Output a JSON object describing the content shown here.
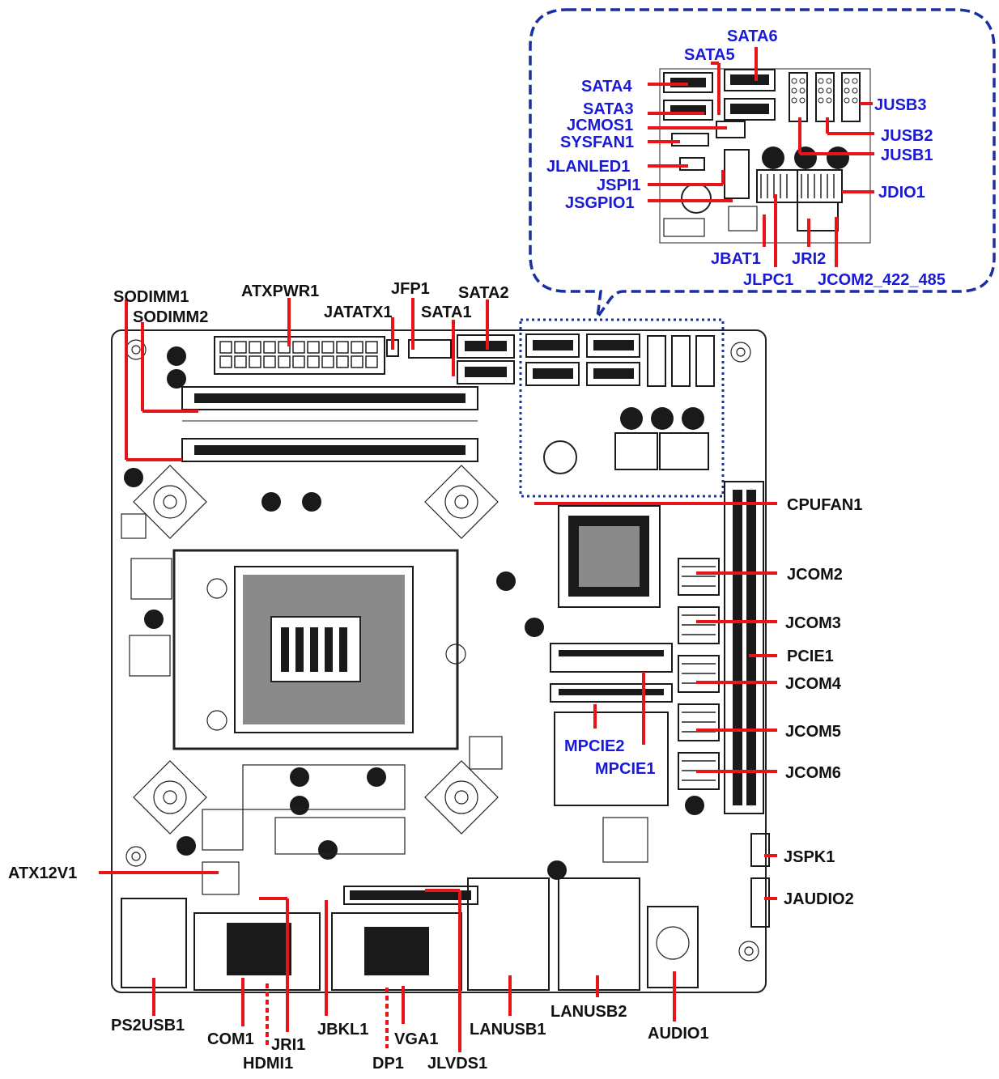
{
  "colors": {
    "leader": "#e8141c",
    "inset_label": "#1a1ad6",
    "board_label": "#111111",
    "inset_border": "#1a2fa0"
  },
  "labels": {
    "sata6": "SATA6",
    "sata5": "SATA5",
    "sata4": "SATA4",
    "sata3": "SATA3",
    "jcmos1": "JCMOS1",
    "sysfan1": "SYSFAN1",
    "jlanled1": "JLANLED1",
    "jspi1": "JSPI1",
    "jsgpio1": "JSGPIO1",
    "jusb3": "JUSB3",
    "jusb2": "JUSB2",
    "jusb1": "JUSB1",
    "jdio1": "JDIO1",
    "jbat1": "JBAT1",
    "jri2": "JRI2",
    "jlpc1": "JLPC1",
    "jcom2_422_485": "JCOM2_422_485",
    "sodimm1": "SODIMM1",
    "sodimm2": "SODIMM2",
    "atxpwr1": "ATXPWR1",
    "jatatx1": "JATATX1",
    "jfp1": "JFP1",
    "sata2": "SATA2",
    "sata1": "SATA1",
    "cpufan1": "CPUFAN1",
    "jcom2": "JCOM2",
    "jcom3": "JCOM3",
    "pcie1": "PCIE1",
    "jcom4": "JCOM4",
    "jcom5": "JCOM5",
    "jcom6": "JCOM6",
    "mpcie2": "MPCIE2",
    "mpcie1": "MPCIE1",
    "jspk1": "JSPK1",
    "jaudio2": "JAUDIO2",
    "atx12v1": "ATX12V1",
    "ps2usb1": "PS2USB1",
    "com1": "COM1",
    "hdmi1": "HDMI1",
    "jri1": "JRI1",
    "jbkl1": "JBKL1",
    "dp1": "DP1",
    "vga1": "VGA1",
    "jlvds1": "JLVDS1",
    "lanusb1": "LANUSB1",
    "lanusb2": "LANUSB2",
    "audio1": "AUDIO1"
  }
}
